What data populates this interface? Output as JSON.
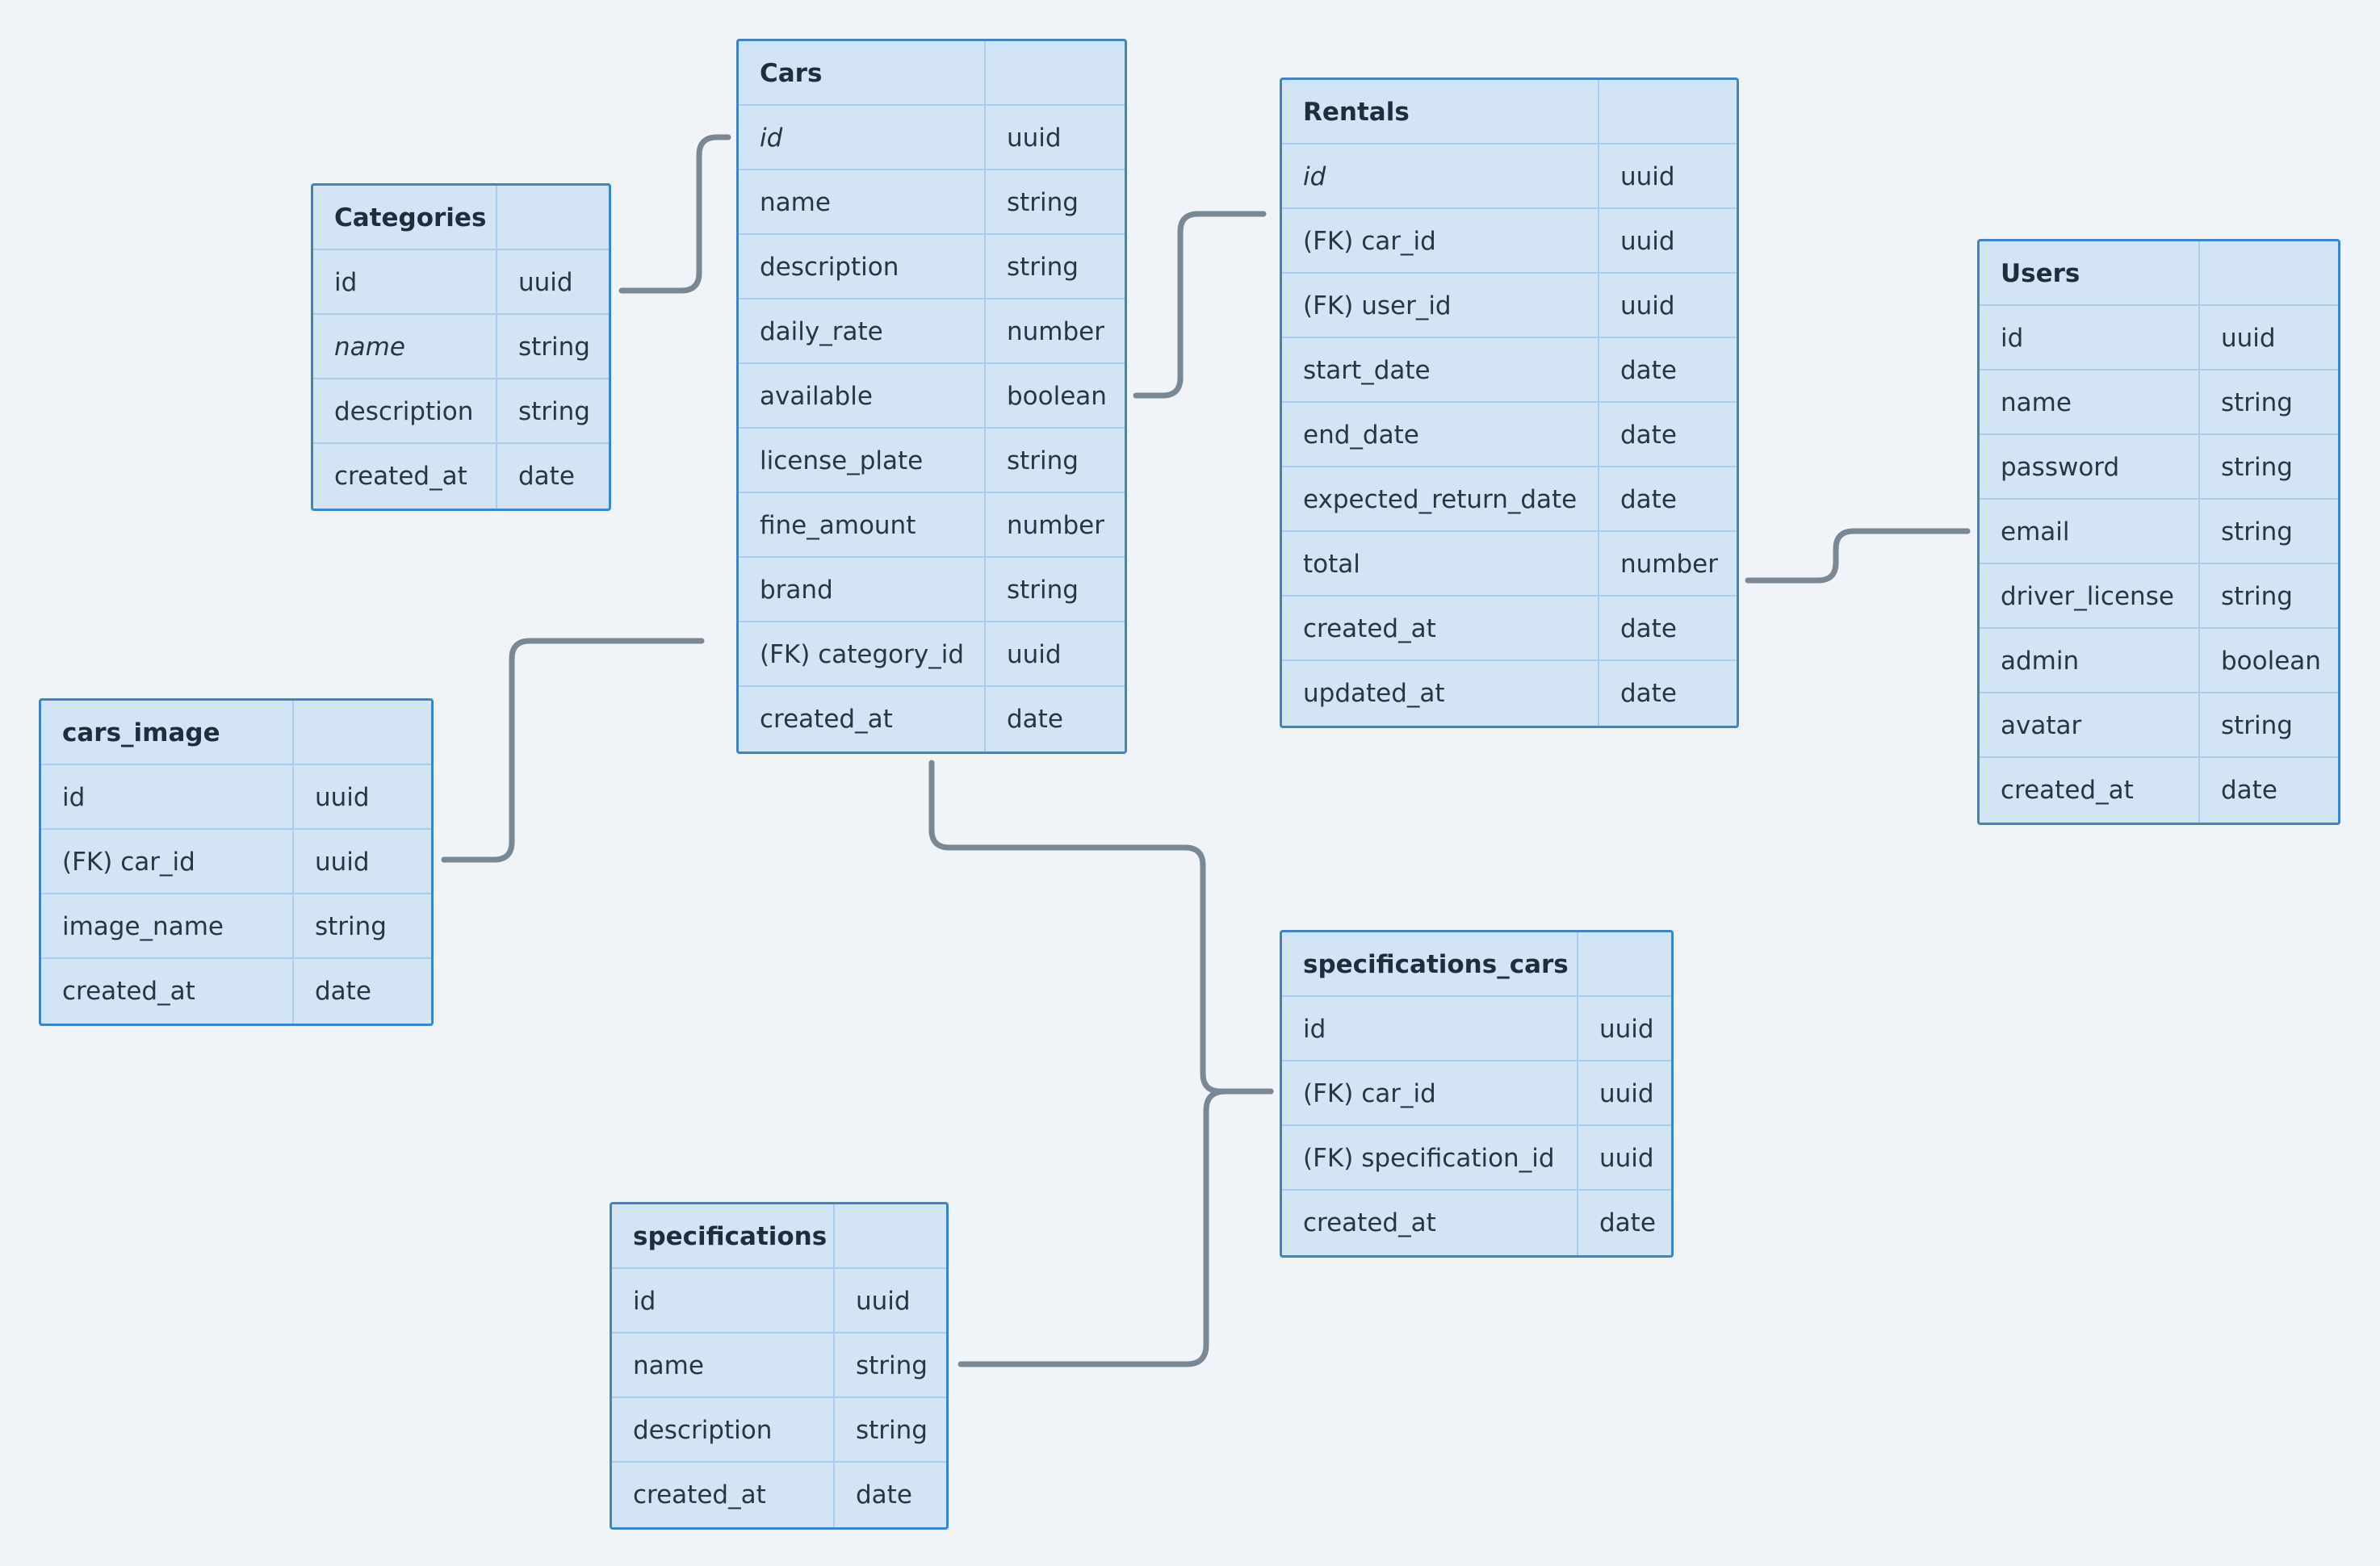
{
  "entities": [
    {
      "key": "categories",
      "title": "Categories",
      "fields": [
        {
          "name": "id",
          "type": "uuid"
        },
        {
          "name": "name",
          "type": "string",
          "italic": true
        },
        {
          "name": "description",
          "type": "string"
        },
        {
          "name": "created_at",
          "type": "date"
        }
      ]
    },
    {
      "key": "cars",
      "title": "Cars",
      "fields": [
        {
          "name": "id",
          "type": "uuid",
          "italic": true
        },
        {
          "name": "name",
          "type": "string"
        },
        {
          "name": "description",
          "type": "string"
        },
        {
          "name": "daily_rate",
          "type": "number"
        },
        {
          "name": "available",
          "type": "boolean"
        },
        {
          "name": "license_plate",
          "type": "string"
        },
        {
          "name": "fine_amount",
          "type": "number"
        },
        {
          "name": "brand",
          "type": "string"
        },
        {
          "name": "(FK) category_id",
          "type": "uuid"
        },
        {
          "name": "created_at",
          "type": "date"
        }
      ]
    },
    {
      "key": "rentals",
      "title": "Rentals",
      "fields": [
        {
          "name": "id",
          "type": "uuid",
          "italic": true
        },
        {
          "name": "(FK) car_id",
          "type": "uuid"
        },
        {
          "name": "(FK) user_id",
          "type": "uuid"
        },
        {
          "name": "start_date",
          "type": "date"
        },
        {
          "name": "end_date",
          "type": "date"
        },
        {
          "name": "expected_return_date",
          "type": "date"
        },
        {
          "name": "total",
          "type": "number"
        },
        {
          "name": "created_at",
          "type": "date"
        },
        {
          "name": "updated_at",
          "type": "date"
        }
      ]
    },
    {
      "key": "users",
      "title": "Users",
      "fields": [
        {
          "name": "id",
          "type": "uuid"
        },
        {
          "name": "name",
          "type": "string"
        },
        {
          "name": "password",
          "type": "string"
        },
        {
          "name": "email",
          "type": "string"
        },
        {
          "name": "driver_license",
          "type": "string"
        },
        {
          "name": "admin",
          "type": "boolean"
        },
        {
          "name": "avatar",
          "type": "string"
        },
        {
          "name": "created_at",
          "type": "date"
        }
      ]
    },
    {
      "key": "cars_image",
      "title": "cars_image",
      "fields": [
        {
          "name": "id",
          "type": "uuid"
        },
        {
          "name": "(FK) car_id",
          "type": "uuid"
        },
        {
          "name": "image_name",
          "type": "string"
        },
        {
          "name": "created_at",
          "type": "date"
        }
      ]
    },
    {
      "key": "specifications_cars",
      "title": "specifications_cars",
      "fields": [
        {
          "name": "id",
          "type": "uuid"
        },
        {
          "name": "(FK) car_id",
          "type": "uuid"
        },
        {
          "name": "(FK) specification_id",
          "type": "uuid"
        },
        {
          "name": "created_at",
          "type": "date"
        }
      ]
    },
    {
      "key": "specifications",
      "title": "specifications",
      "fields": [
        {
          "name": "id",
          "type": "uuid"
        },
        {
          "name": "name",
          "type": "string"
        },
        {
          "name": "description",
          "type": "string"
        },
        {
          "name": "created_at",
          "type": "date"
        }
      ]
    }
  ],
  "relationships": [
    {
      "from": "categories",
      "to": "cars"
    },
    {
      "from": "cars",
      "to": "rentals"
    },
    {
      "from": "rentals",
      "to": "users"
    },
    {
      "from": "cars_image",
      "to": "cars"
    },
    {
      "from": "cars",
      "to": "specifications_cars"
    },
    {
      "from": "specifications",
      "to": "specifications_cars"
    }
  ],
  "colors": {
    "background": "#f0f4f8",
    "table_fill": "#d3e5f5",
    "table_border": "#3a86c8",
    "grid_line": "#a8cdee",
    "connector": "#7a8896",
    "text": "#2a3542"
  }
}
